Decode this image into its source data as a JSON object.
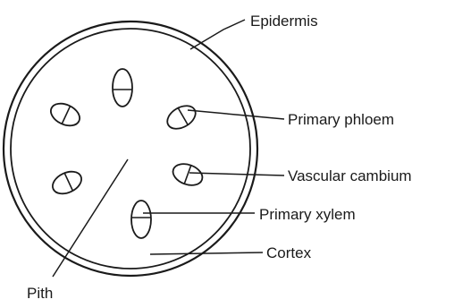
{
  "diagram": {
    "labels": {
      "epidermis": "Epidermis",
      "primary_phloem": "Primary phloem",
      "vascular_cambium": "Vascular cambium",
      "primary_xylem": "Primary xylem",
      "cortex": "Cortex",
      "pith": "Pith"
    },
    "vascular_bundle_count": 6
  }
}
